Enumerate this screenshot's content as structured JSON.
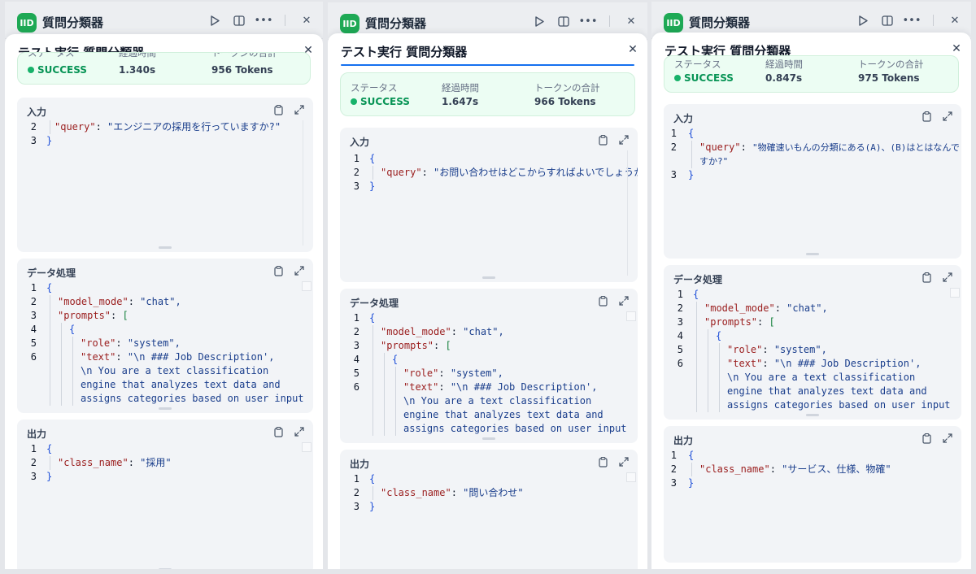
{
  "app": {
    "title": "質問分類器",
    "icon_text": "IID",
    "icons": [
      "play-icon",
      "split-view-icon",
      "more-icon",
      "close-icon"
    ]
  },
  "panel": {
    "title": "テスト実行 質問分類器",
    "close_label": "×"
  },
  "status_labels": {
    "status": "ステータス",
    "elapsed": "経過時間",
    "tokens": "トークンの合計"
  },
  "sections": {
    "input": "入力",
    "processing": "データ処理",
    "output": "出力"
  },
  "colors": {
    "success": "#17b26a",
    "accent": "#1570ef",
    "app_icon": "#1ea955"
  },
  "runs": [
    {
      "status": "SUCCESS",
      "elapsed": "1.340s",
      "tokens": "956 Tokens",
      "input_code": [
        {
          "n": "2",
          "key": "\"query\"",
          "val": "\"エンジニアの採用を行っていますか?\""
        },
        {
          "n": "3",
          "text": "}"
        }
      ],
      "output_code": [
        {
          "n": "1",
          "text": "{"
        },
        {
          "n": "2",
          "key": "\"class_name\"",
          "val": "\"採用\""
        },
        {
          "n": "3",
          "text": "}"
        }
      ]
    },
    {
      "status": "SUCCESS",
      "elapsed": "1.647s",
      "tokens": "966 Tokens",
      "input_code": [
        {
          "n": "1",
          "text": "{"
        },
        {
          "n": "2",
          "key": "\"query\"",
          "val": "\"お問い合わせはどこからすればよいでしょうか?\""
        },
        {
          "n": "3",
          "text": "}"
        }
      ],
      "output_code": [
        {
          "n": "1",
          "text": "{"
        },
        {
          "n": "2",
          "key": "\"class_name\"",
          "val": "\"問い合わせ\""
        },
        {
          "n": "3",
          "text": "}"
        }
      ]
    },
    {
      "status": "SUCCESS",
      "elapsed": "0.847s",
      "tokens": "975 Tokens",
      "input_code": [
        {
          "n": "1",
          "text": "{"
        },
        {
          "n": "2",
          "key": "\"query\"",
          "val": "\"物確速いもんの分類にある(A)、(B)はとはなんで"
        },
        {
          "n": "",
          "cont": "すか?\""
        },
        {
          "n": "3",
          "text": "}"
        }
      ],
      "output_code": [
        {
          "n": "1",
          "text": "{"
        },
        {
          "n": "2",
          "key": "\"class_name\"",
          "val": "\"サービス、仕様、物確\""
        },
        {
          "n": "3",
          "text": "}"
        }
      ]
    }
  ],
  "processing_code": [
    {
      "n": "1",
      "text": "{"
    },
    {
      "n": "2",
      "key": "\"model_mode\"",
      "val": "\"chat\","
    },
    {
      "n": "3",
      "key": "\"prompts\"",
      "bracket": "["
    },
    {
      "n": "4",
      "text": "{"
    },
    {
      "n": "5",
      "key": "\"role\"",
      "val": "\"system\","
    },
    {
      "n": "6",
      "key": "\"text\"",
      "val": "\"\\n    ### Job Description',"
    },
    {
      "n": "",
      "cont": "\\n    You are a text classification"
    },
    {
      "n": "",
      "cont": "engine that analyzes text data and"
    },
    {
      "n": "",
      "cont": "assigns categories based on user input"
    }
  ]
}
